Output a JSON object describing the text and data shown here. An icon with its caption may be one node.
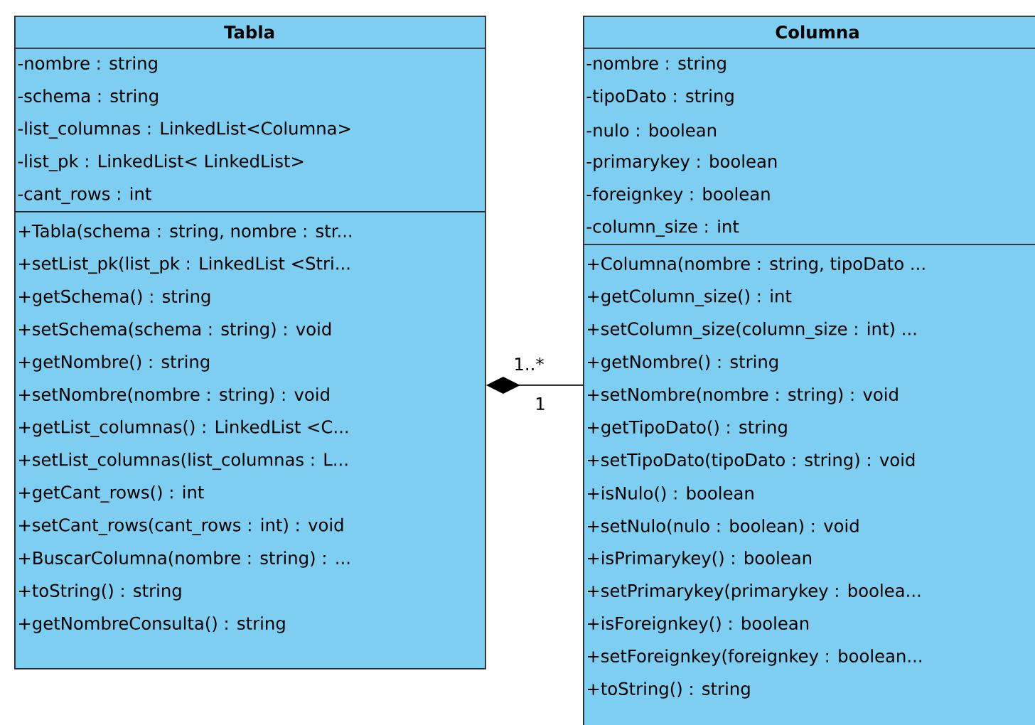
{
  "diagram": {
    "nodes": [
      {
        "text": [
          "Tabla",
          "-nombre : string",
          "-schema : string",
          "-list_columnas : LinkedList<Columna>",
          "-list_pk :  LinkedList< LinkedList>",
          "-cant_rows : int",
          "+Tabla(schema : string, nombre : str...",
          "+setList_pk(list_pk : LinkedList <Stri...",
          "+getSchema() : string",
          "+setSchema(schema : string) : void",
          "+getNombre() : string",
          "+setNombre(nombre : string) : void",
          "+getList_columnas() : LinkedList <C...",
          "+setList_columnas(list_columnas : L...",
          "+getCant_rows() : int",
          "+setCant_rows(cant_rows : int) : void",
          "+BuscarColumna(nombre : string) : ...",
          "+toString() : string",
          "+getNombreConsulta() : string"
        ]
      },
      {
        "text": [
          "Columna",
          "-nombre : string",
          "-tipoDato : string",
          "-nulo : boolean",
          "-primarykey : boolean",
          "-foreignkey : boolean",
          "-column_size : int",
          "+Columna(nombre : string, tipoDato ...",
          "+getColumn_size() : int",
          "+setColumn_size(column_size : int) ...",
          "+getNombre() : string",
          "+setNombre(nombre : string) : void",
          "+getTipoDato() : string",
          "+setTipoDato(tipoDato : string) : void",
          "+isNulo() : boolean",
          "+setNulo(nulo : boolean) : void",
          "+isPrimarykey() : boolean",
          "+setPrimarykey(primarykey : boolea...",
          "+isForeignkey() : boolean",
          "+setForeignkey(foreignkey : boolean...",
          "+toString() : string"
        ]
      }
    ],
    "edges": [
      {
        "from": 1,
        "to": 0,
        "arrow": "other"
      }
    ],
    "labels": [
      "1..*",
      "1"
    ]
  }
}
